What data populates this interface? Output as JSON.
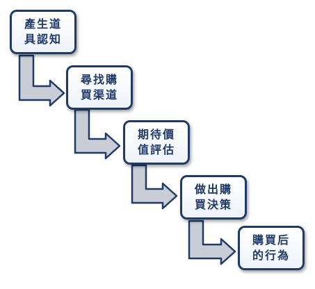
{
  "steps": [
    {
      "line1": "產生道",
      "line2": "具認知"
    },
    {
      "line1": "尋找購",
      "line2": "買渠道"
    },
    {
      "line1": "期待價",
      "line2": "值評估"
    },
    {
      "line1": "做出購",
      "line2": "買決策"
    },
    {
      "line1": "購買后",
      "line2": "的行為"
    }
  ],
  "colors": {
    "box_border": "#1f3a66",
    "text": "#1f3a66",
    "arrow_fill": "#c9cdd6",
    "arrow_stroke": "#1f3a66"
  }
}
